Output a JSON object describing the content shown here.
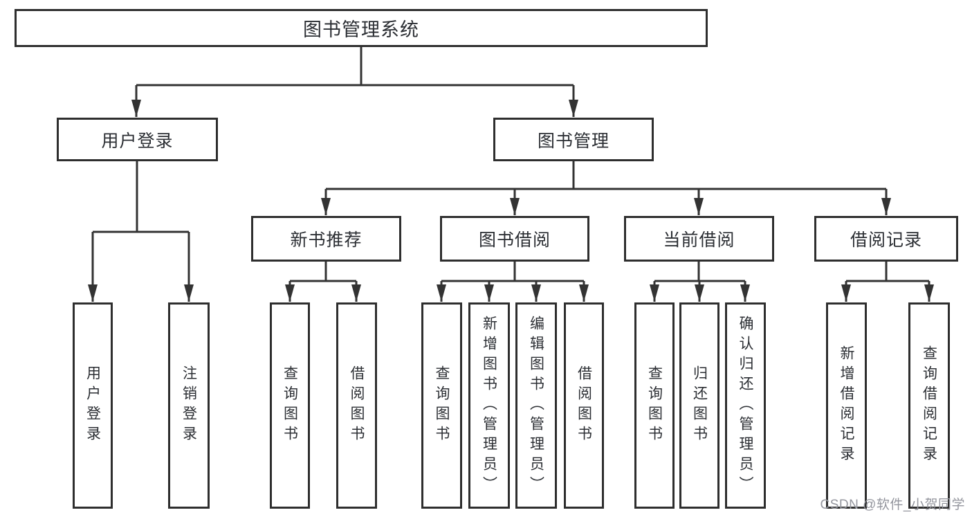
{
  "colors": {
    "line": "#333333",
    "box_border": "#2e2e2e",
    "text": "#2b2e33",
    "background": "#ffffff",
    "watermark": "#94969e"
  },
  "watermark": {
    "text": "CSDN @软件_小贺同学"
  },
  "tree": {
    "root": {
      "label": "图书管理系统"
    },
    "branches": [
      {
        "label": "用户登录",
        "children": [
          {
            "label": "用户登录"
          },
          {
            "label": "注销登录"
          }
        ]
      },
      {
        "label": "图书管理",
        "children": [
          {
            "label": "新书推荐",
            "children": [
              {
                "label": "查询图书"
              },
              {
                "label": "借阅图书"
              }
            ]
          },
          {
            "label": "图书借阅",
            "children": [
              {
                "label": "查询图书"
              },
              {
                "label": "新增图书（管理员）"
              },
              {
                "label": "编辑图书（管理员）"
              },
              {
                "label": "借阅图书"
              }
            ]
          },
          {
            "label": "当前借阅",
            "children": [
              {
                "label": "查询图书"
              },
              {
                "label": "归还图书"
              },
              {
                "label": "确认归还（管理员）"
              }
            ]
          },
          {
            "label": "借阅记录",
            "children": [
              {
                "label": "新增借阅记录"
              },
              {
                "label": "查询借阅记录"
              }
            ]
          }
        ]
      }
    ]
  }
}
